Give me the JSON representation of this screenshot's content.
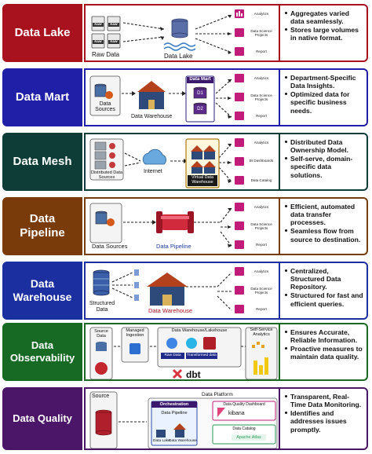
{
  "rows": [
    {
      "id": "data-lake",
      "label": "Data Lake",
      "color": "#a8121e",
      "desc": [
        "Aggregates varied data seamlessly.",
        "Stores large volumes in native format."
      ],
      "captions": {
        "source": "Raw Data",
        "center": "Data Lake"
      },
      "outputs": [
        "Analytics",
        "Data Science Projects",
        "Report"
      ],
      "file_labels": [
        "RAW",
        "RAW",
        "RAW",
        "RAW"
      ]
    },
    {
      "id": "data-mart",
      "label": "Data Mart",
      "color": "#1f1fa8",
      "desc": [
        "Department-Specific Data Insights.",
        "Optimized data for specific business needs."
      ],
      "captions": {
        "source": "Data Sources",
        "center": "Data Warehouse",
        "mart": "Data Mart",
        "d1": "D1",
        "d2": "D2"
      },
      "outputs": [
        "Analytics",
        "Data Science Projects",
        "Report"
      ]
    },
    {
      "id": "data-mesh",
      "label": "Data Mesh",
      "color": "#0d3d36",
      "desc": [
        "Distributed Data Ownership Model.",
        "Self-serve, domain-specific data solutions."
      ],
      "captions": {
        "source": "Distributed Data Sources",
        "center": "Internet",
        "vdw": "Virtual Data Warehouse"
      },
      "outputs": [
        "Analytics",
        "BI Dashboards",
        "Data Catalog"
      ]
    },
    {
      "id": "data-pipeline",
      "label": "Data Pipeline",
      "color": "#7a3b0a",
      "desc": [
        "Efficient, automated data transfer processes.",
        "Seamless flow from source to destination."
      ],
      "captions": {
        "source": "Data Sources",
        "center": "Data Pipeline"
      },
      "outputs": [
        "Analytics",
        "Data Science Projects",
        "Report"
      ]
    },
    {
      "id": "data-warehouse",
      "label": "Data Warehouse",
      "color": "#1c2fa0",
      "desc": [
        "Centralized, Structured Data Repository.",
        "Structured for fast and efficient queries."
      ],
      "captions": {
        "source": "Structured Data",
        "center": "Data Warehouse"
      },
      "outputs": [
        "Analytics",
        "Data Science Projects",
        "Report"
      ]
    },
    {
      "id": "data-observability",
      "label": "Data Observability",
      "color": "#166a24",
      "desc": [
        "Ensures Accurate, Reliable Information.",
        "Proactive measures to maintain data quality."
      ],
      "captions": {
        "source": "Source Data",
        "ingestion": "Managed Ingestion",
        "lakehouse": "Data Warehouse/Lakehouse",
        "raw": "Raw Data",
        "transformed": "Transformed data",
        "dbt": "dbt",
        "analytics": "Self-Service Analytics"
      }
    },
    {
      "id": "data-quality",
      "label": "Data Quality",
      "color": "#4b1667",
      "desc": [
        "Transparent, Real-Time Data Monitoring.",
        "Identifies and addresses issues promptly."
      ],
      "captions": {
        "source": "Source",
        "platform": "Data Platform",
        "orchestration": "Orchestration",
        "pipeline": "Data Pipeline",
        "lake": "Data Lake",
        "warehouse": "Data Warehouse",
        "dashboard": "Data Quality Dashboard",
        "kibana": "kibana",
        "catalog": "Data Catalog",
        "atlas": "Apache Atlas"
      }
    }
  ]
}
